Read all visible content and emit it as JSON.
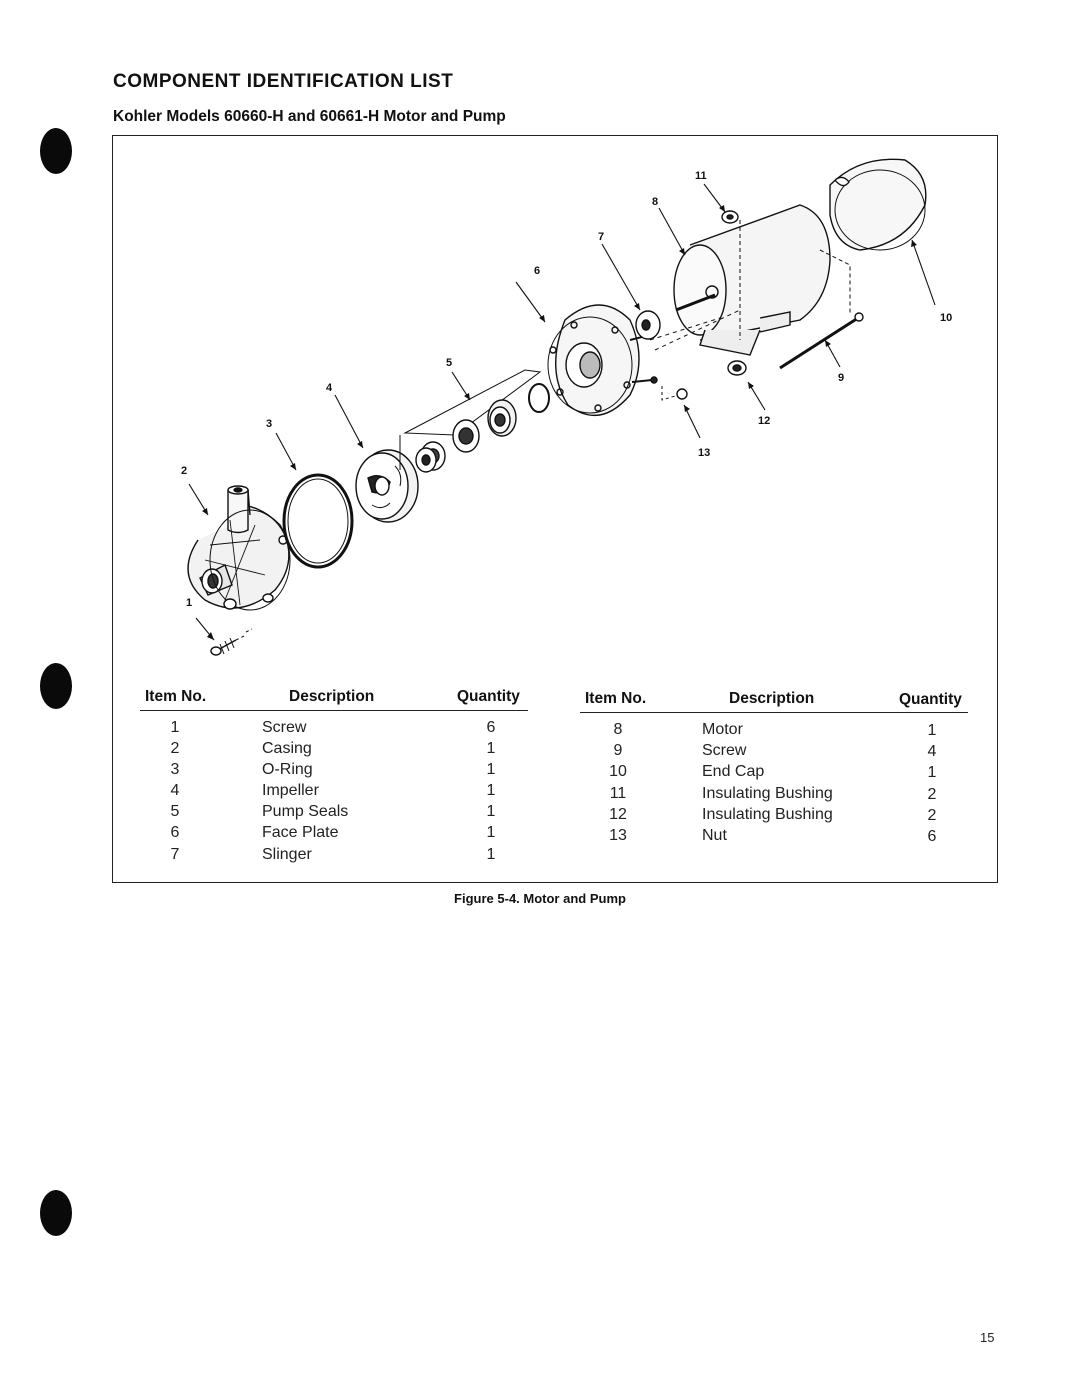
{
  "heading": "COMPONENT IDENTIFICATION LIST",
  "subheading": "Kohler Models 60660-H and 60661-H Motor and Pump",
  "diagram_callouts": [
    "1",
    "2",
    "3",
    "4",
    "5",
    "6",
    "7",
    "8",
    "9",
    "10",
    "11",
    "12",
    "13"
  ],
  "table_left": {
    "headers": {
      "item": "Item No.",
      "description": "Description",
      "quantity": "Quantity"
    },
    "rows": [
      {
        "item": "1",
        "description": "Screw",
        "quantity": "6"
      },
      {
        "item": "2",
        "description": "Casing",
        "quantity": "1"
      },
      {
        "item": "3",
        "description": "O-Ring",
        "quantity": "1"
      },
      {
        "item": "4",
        "description": "Impeller",
        "quantity": "1"
      },
      {
        "item": "5",
        "description": "Pump Seals",
        "quantity": "1"
      },
      {
        "item": "6",
        "description": "Face Plate",
        "quantity": "1"
      },
      {
        "item": "7",
        "description": "Slinger",
        "quantity": "1"
      }
    ]
  },
  "table_right": {
    "headers": {
      "item": "Item No.",
      "description": "Description",
      "quantity": "Quantity"
    },
    "rows": [
      {
        "item": "8",
        "description": "Motor",
        "quantity": "1"
      },
      {
        "item": "9",
        "description": "Screw",
        "quantity": "4"
      },
      {
        "item": "10",
        "description": "End Cap",
        "quantity": "1"
      },
      {
        "item": "11",
        "description": "Insulating Bushing",
        "quantity": "2"
      },
      {
        "item": "12",
        "description": "Insulating Bushing",
        "quantity": "2"
      },
      {
        "item": "13",
        "description": "Nut",
        "quantity": "6"
      }
    ]
  },
  "caption": "Figure 5-4. Motor and Pump",
  "page_number": "15"
}
